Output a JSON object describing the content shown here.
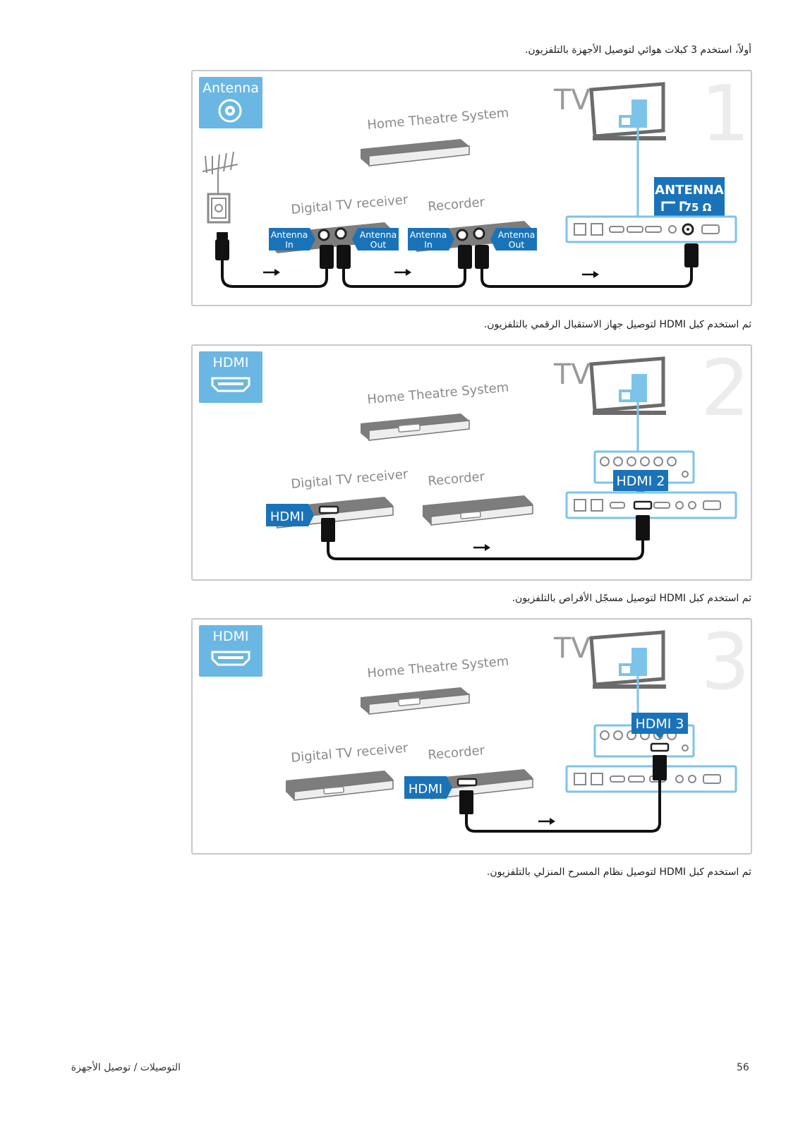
{
  "captions": {
    "c1": "أولاً، استخدم 3 كبلات هوائي لتوصيل الأجهزة بالتلفزيون.",
    "c2": "ثم استخدم كبل HDMI لتوصيل جهاز الاستقبال الرقمي بالتلفزيون.",
    "c3": "ثم استخدم كبل HDMI لتوصيل مسجّل الأقراص بالتلفزيون.",
    "c4": "ثم استخدم كبل HDMI لتوصيل نظام المسرح المنزلي بالتلفزيون."
  },
  "panel1": {
    "badge": "Antenna",
    "step": "1",
    "tv": "TV",
    "hts": "Home Theatre System",
    "receiver": "Digital TV receiver",
    "recorder": "Recorder",
    "port_main": "ANTENNA",
    "port_sub": "75 Ω",
    "antenna_label": "Antenna",
    "in_label": "In",
    "out_label": "Out"
  },
  "panel2": {
    "badge": "HDMI",
    "step": "2",
    "tv": "TV",
    "hts": "Home Theatre System",
    "receiver": "Digital TV receiver",
    "recorder": "Recorder",
    "port_tag": "HDMI 2",
    "device_tag": "HDMI"
  },
  "panel3": {
    "badge": "HDMI",
    "step": "3",
    "tv": "TV",
    "hts": "Home Theatre System",
    "receiver": "Digital TV receiver",
    "recorder": "Recorder",
    "port_tag": "HDMI 3",
    "device_tag": "HDMI"
  },
  "footer": {
    "page_number": "56",
    "section": "التوصيلات / توصيل الأجهزة"
  },
  "colors": {
    "accent_blue": "#1a73b8",
    "badge_blue": "#6ab7e3",
    "tv_line": "#7cc3ea"
  }
}
